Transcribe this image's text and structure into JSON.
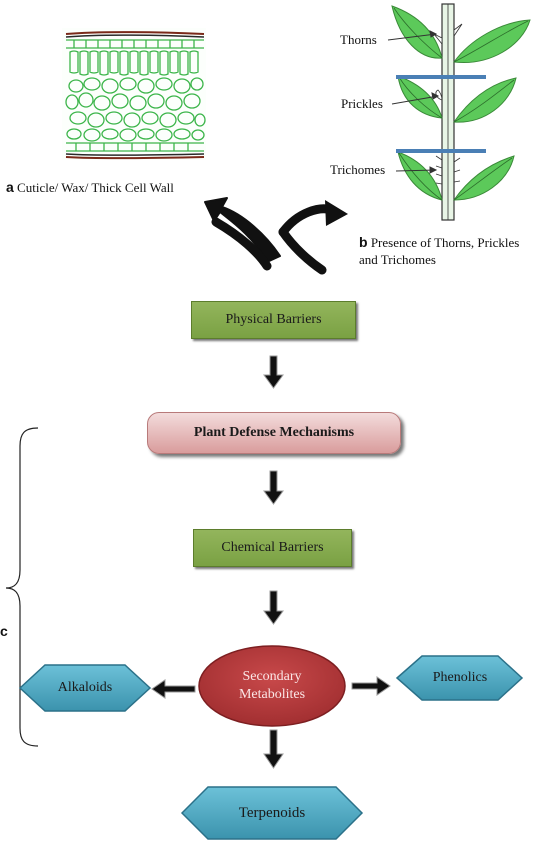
{
  "panel_a": {
    "letter": "a",
    "caption": "Cuticle/ Wax/ Thick Cell Wall"
  },
  "panel_b": {
    "letter": "b",
    "caption_line1": "Presence of Thorns, Prickles",
    "caption_line2": "and Trichomes",
    "labels": {
      "thorns": "Thorns",
      "prickles": "Prickles",
      "trichomes": "Trichomes"
    }
  },
  "panel_c": {
    "letter": "c"
  },
  "nodes": {
    "physical": "Physical Barriers",
    "defense": "Plant Defense Mechanisms",
    "chemical": "Chemical Barriers",
    "secondary_line1": "Secondary",
    "secondary_line2": "Metabolites",
    "alkaloids": "Alkaloids",
    "phenolics": "Phenolics",
    "terpenoids": "Terpenoids"
  },
  "colors": {
    "green_box": "#7aa143",
    "pink_box": "#d99c9c",
    "ellipse": "#b5393b",
    "hexagon": "#4aa3bd",
    "leaf": "#5cc95a",
    "cell_wall": "#39b54a",
    "divider_band": "#4a7fb5"
  },
  "icons": [
    "curved-arrow-left-icon",
    "curved-arrow-right-icon",
    "down-arrow-icon",
    "side-arrow-icon"
  ]
}
